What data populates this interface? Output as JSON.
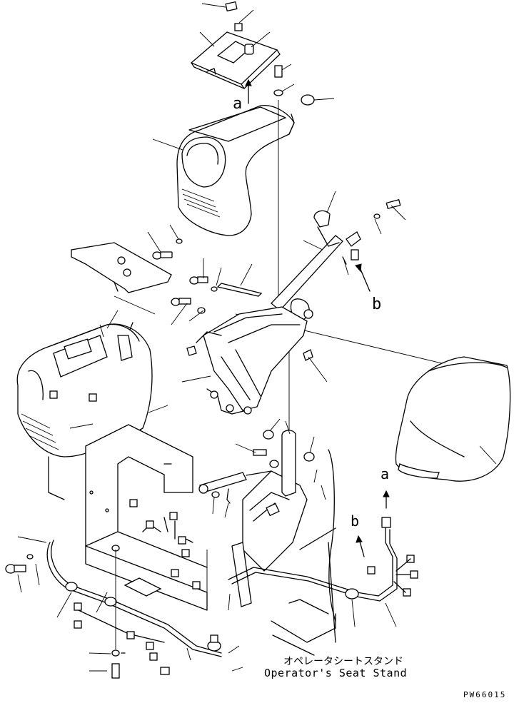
{
  "diagram": {
    "callouts": {
      "a_upper": "a",
      "b_upper": "b",
      "a_lower": "a",
      "b_lower": "b"
    },
    "caption": {
      "japanese": "オペレータシートスタンド",
      "english": "Operator's Seat Stand"
    },
    "drawing_id": "PW66015"
  }
}
